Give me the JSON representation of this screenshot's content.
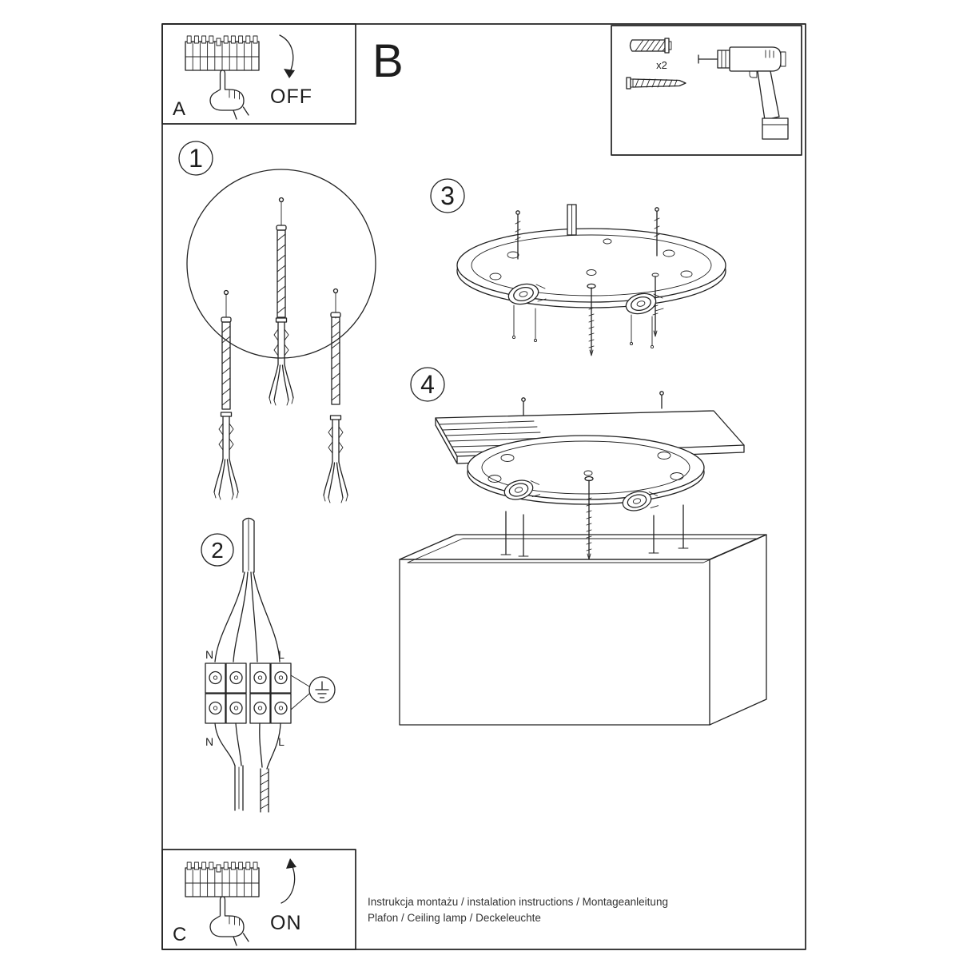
{
  "colors": {
    "ink": "#222222",
    "paper": "#ffffff"
  },
  "sections": {
    "a": {
      "label": "A",
      "state": "OFF"
    },
    "b": {
      "label": "B"
    },
    "c": {
      "label": "C",
      "state": "ON"
    }
  },
  "hardware": {
    "dowel_count": "x2"
  },
  "steps": {
    "s1": "1",
    "s2": "2",
    "s3": "3",
    "s4": "4"
  },
  "wiring": {
    "n_top": "N",
    "l_top": "L",
    "n_bottom": "N",
    "l_bottom": "L"
  },
  "footer": {
    "line1": "Instrukcja montażu / instalation instructions / Montageanleitung",
    "line2": "Plafon / Ceiling lamp / Deckeleuchte"
  }
}
